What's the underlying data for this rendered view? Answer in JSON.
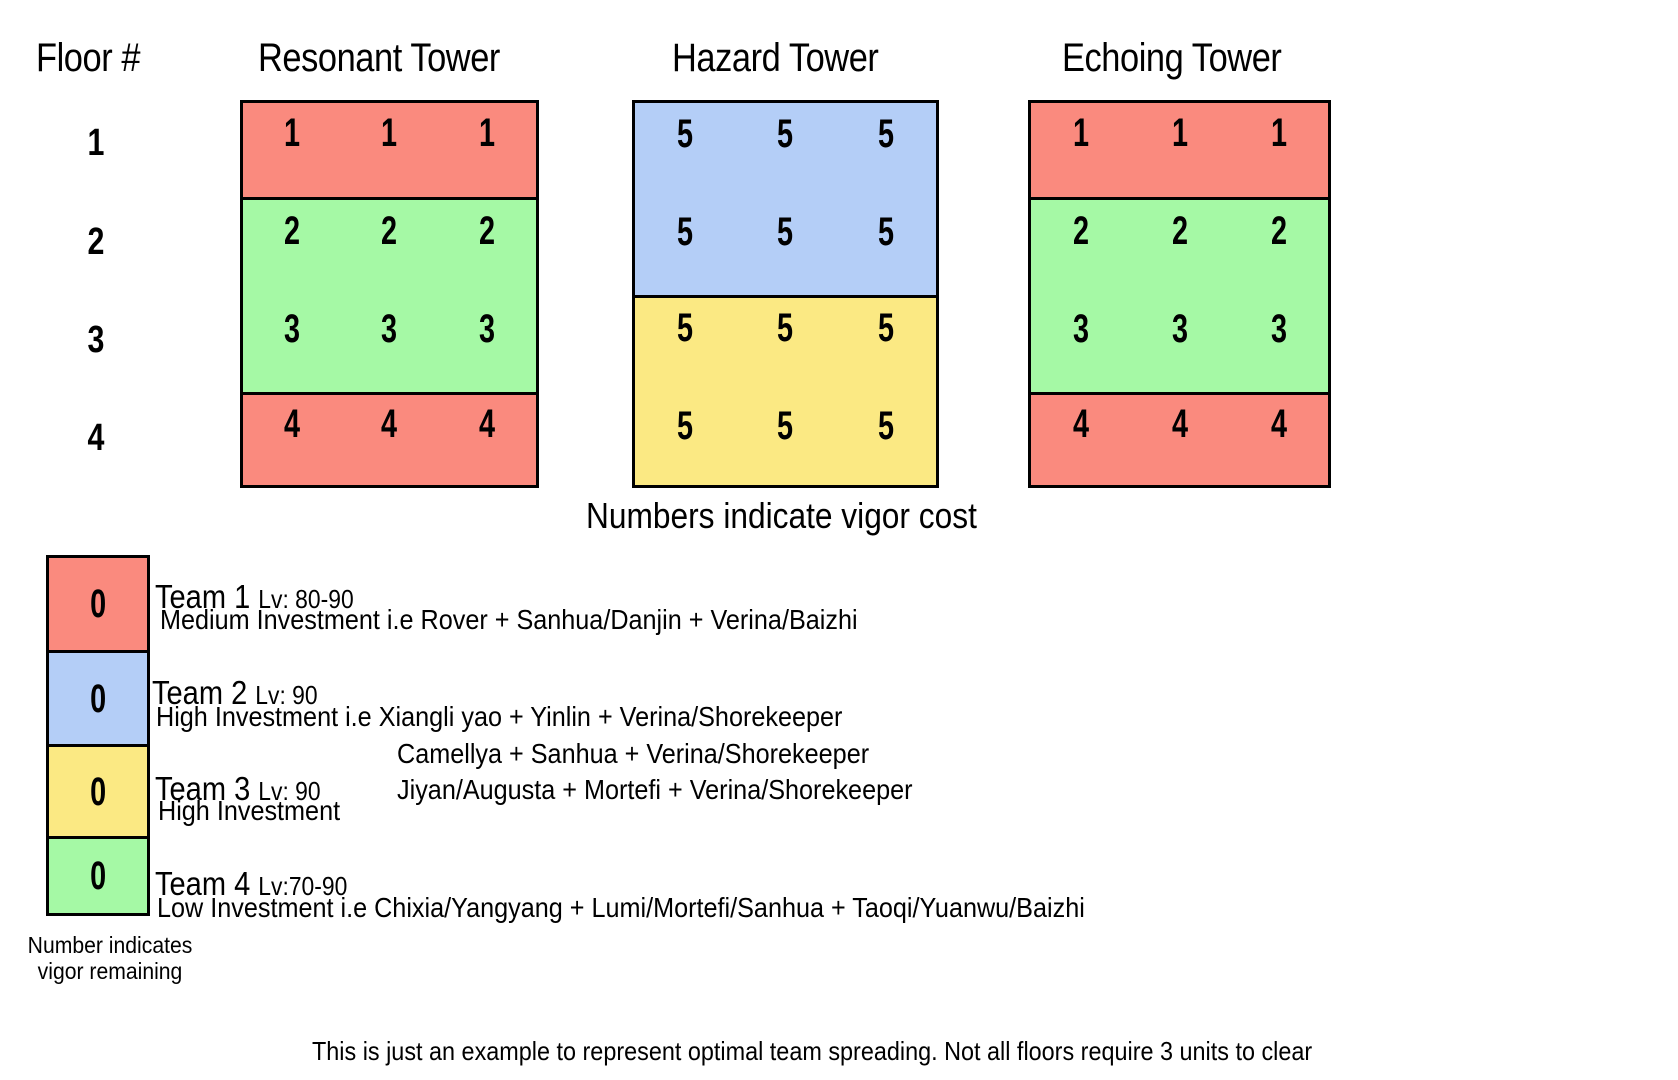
{
  "headers": {
    "floor_label": "Floor #",
    "towers": [
      {
        "name": "Resonant Tower"
      },
      {
        "name": "Hazard Tower"
      },
      {
        "name": "Echoing Tower"
      }
    ]
  },
  "floors": [
    "1",
    "2",
    "3",
    "4"
  ],
  "colors": {
    "team1_red": "#fa8a7e",
    "team2_blue": "#b4cef7",
    "team3_yellow": "#fbe983",
    "team4_green": "#a5f9a5",
    "border": "#000000",
    "background": "#ffffff"
  },
  "towers": [
    {
      "id": "resonant",
      "name": "Resonant Tower",
      "bands": [
        {
          "color_key": "team1_red",
          "rows": [
            {
              "floor": "1",
              "cells": [
                "1",
                "1",
                "1"
              ]
            }
          ]
        },
        {
          "color_key": "team4_green",
          "rows": [
            {
              "floor": "2",
              "cells": [
                "2",
                "2",
                "2"
              ]
            },
            {
              "floor": "3",
              "cells": [
                "3",
                "3",
                "3"
              ]
            }
          ]
        },
        {
          "color_key": "team1_red",
          "rows": [
            {
              "floor": "4",
              "cells": [
                "4",
                "4",
                "4"
              ]
            }
          ]
        }
      ]
    },
    {
      "id": "hazard",
      "name": "Hazard Tower",
      "bands": [
        {
          "color_key": "team2_blue",
          "rows": [
            {
              "floor": "1",
              "cells": [
                "5",
                "5",
                "5"
              ]
            },
            {
              "floor": "2",
              "cells": [
                "5",
                "5",
                "5"
              ]
            }
          ]
        },
        {
          "color_key": "team3_yellow",
          "rows": [
            {
              "floor": "3",
              "cells": [
                "5",
                "5",
                "5"
              ]
            },
            {
              "floor": "4",
              "cells": [
                "5",
                "5",
                "5"
              ]
            }
          ]
        }
      ]
    },
    {
      "id": "echoing",
      "name": "Echoing Tower",
      "bands": [
        {
          "color_key": "team1_red",
          "rows": [
            {
              "floor": "1",
              "cells": [
                "1",
                "1",
                "1"
              ]
            }
          ]
        },
        {
          "color_key": "team4_green",
          "rows": [
            {
              "floor": "2",
              "cells": [
                "2",
                "2",
                "2"
              ]
            },
            {
              "floor": "3",
              "cells": [
                "3",
                "3",
                "3"
              ]
            }
          ]
        },
        {
          "color_key": "team1_red",
          "rows": [
            {
              "floor": "4",
              "cells": [
                "4",
                "4",
                "4"
              ]
            }
          ]
        }
      ]
    }
  ],
  "vigor_caption": "Numbers indicate vigor cost",
  "legend": {
    "swatch_value": "0",
    "caption_line1": "Number indicates",
    "caption_line2": "vigor remaining",
    "teams": [
      {
        "color_key": "team1_red",
        "name": "Team 1",
        "level": "Lv: 80-90",
        "investment": "Medium Investment i.e Rover + Sanhua/Danjin + Verina/Baizhi"
      },
      {
        "color_key": "team2_blue",
        "name": "Team 2",
        "level": "Lv: 90",
        "investment": "High Investment i.e Xiangli yao + Yinlin + Verina/Shorekeeper"
      },
      {
        "color_key": "team3_yellow",
        "name": "Team 3",
        "level": "Lv: 90",
        "investment": "High Investment"
      },
      {
        "color_key": "team4_green",
        "name": "Team 4",
        "level": "Lv:70-90",
        "investment": "Low Investment i.e Chixia/Yangyang + Lumi/Mortefi/Sanhua + Taoqi/Yuanwu/Baizhi"
      }
    ],
    "extra_comps": [
      "Camellya + Sanhua + Verina/Shorekeeper",
      "Jiyan/Augusta + Mortefi + Verina/Shorekeeper"
    ]
  },
  "footnote": "This is just an example to represent optimal team spreading. Not all floors require 3 units to clear"
}
